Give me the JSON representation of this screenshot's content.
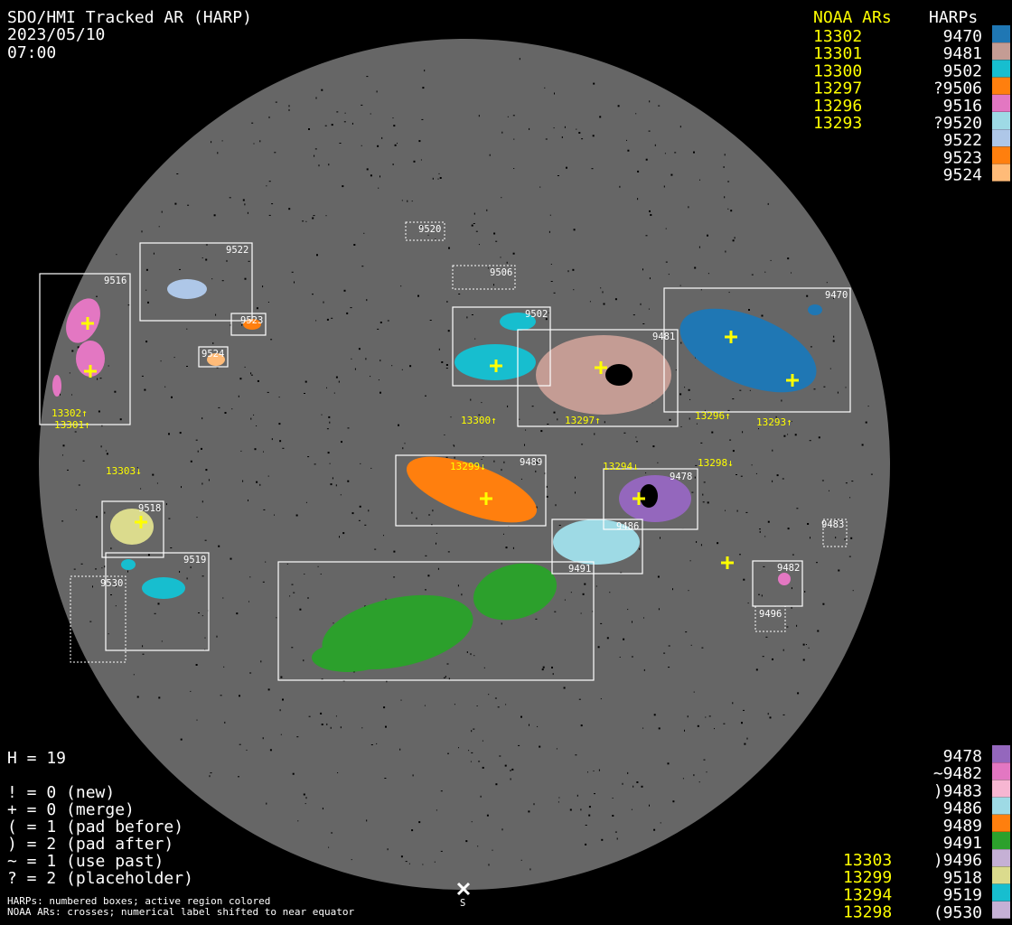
{
  "header": {
    "title": "SDO/HMI Tracked AR (HARP)",
    "date": "2023/05/10",
    "time": "07:00"
  },
  "legend_top": {
    "noaa_header": "NOAA ARs",
    "harp_header": "HARPs",
    "noaa": [
      "13302",
      "13301",
      "13300",
      "13297",
      "13296",
      "13293"
    ],
    "harps": [
      {
        "label": "9470",
        "color": "#1f77b4"
      },
      {
        "label": "9481",
        "color": "#c49c94"
      },
      {
        "label": "9502",
        "color": "#17becf"
      },
      {
        "label": "?9506",
        "color": "#ff7f0e"
      },
      {
        "label": "9516",
        "color": "#e377c2"
      },
      {
        "label": "?9520",
        "color": "#9edae5"
      },
      {
        "label": "9522",
        "color": "#aec7e8"
      },
      {
        "label": "9523",
        "color": "#ff7f0e"
      },
      {
        "label": "9524",
        "color": "#ffbb78"
      }
    ]
  },
  "legend_bottom": {
    "noaa": [
      "13303",
      "13299",
      "13294",
      "13298"
    ],
    "harps": [
      {
        "label": "9478",
        "color": "#9467bd"
      },
      {
        "label": "~9482",
        "color": "#e377c2"
      },
      {
        "label": ")9483",
        "color": "#f7b6d2"
      },
      {
        "label": "9486",
        "color": "#9edae5"
      },
      {
        "label": "9489",
        "color": "#ff7f0e"
      },
      {
        "label": "9491",
        "color": "#2ca02c"
      },
      {
        "label": ")9496",
        "color": "#c5b0d5"
      },
      {
        "label": "9518",
        "color": "#dbdb8d"
      },
      {
        "label": "9519",
        "color": "#17becf"
      },
      {
        "label": "(9530",
        "color": "#c5b0d5"
      }
    ]
  },
  "stats": {
    "h": "H = 19",
    "lines": [
      "! = 0 (new)",
      "+ = 0 (merge)",
      "( = 1 (pad before)",
      ") = 2 (pad after)",
      "~ = 1 (use past)",
      "? = 2 (placeholder)"
    ]
  },
  "notes": [
    "HARPs: numbered boxes; active region colored",
    "NOAA ARs: crosses; numerical label shifted to near equator"
  ],
  "south_label": "S",
  "disk": {
    "harp_labels": {
      "h9516": "9516",
      "h9522": "9522",
      "h9523": "9523",
      "h9524": "9524",
      "h9520": "9520",
      "h9506": "9506",
      "h9502": "9502",
      "h9481": "9481",
      "h9470": "9470",
      "h9489": "9489",
      "h9478": "9478",
      "h9486": "9486",
      "h9491": "9491",
      "h9518": "9518",
      "h9519": "9519",
      "h9530": "9530",
      "h9483": "9483",
      "h9482": "9482",
      "h9496": "9496"
    },
    "noaa_labels": {
      "a13302": "13302↑",
      "a13301": "13301↑",
      "a13300": "13300↑",
      "a13297": "13297↑",
      "a13296": "13296↑",
      "a13293": "13293↑",
      "a13303": "13303↓",
      "a13299": "13299↓",
      "a13294": "13294↓",
      "a13298": "13298↓"
    }
  }
}
